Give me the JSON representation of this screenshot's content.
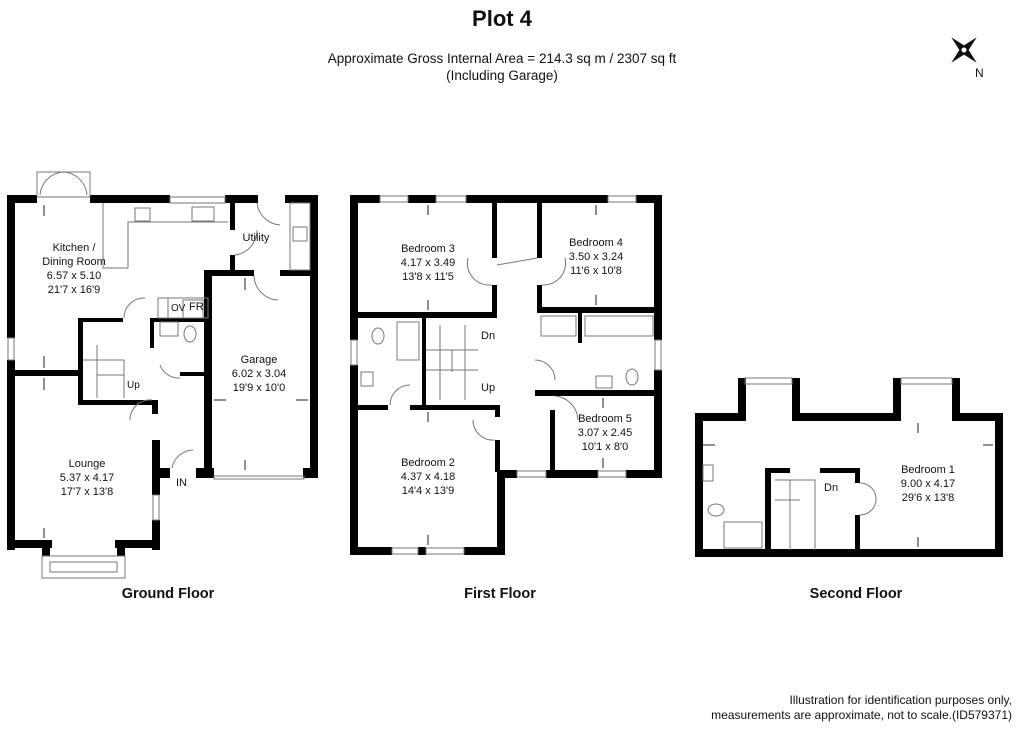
{
  "title": "Plot 4",
  "area": {
    "line1": "Approximate Gross Internal Area = 214.3 sq m / 2307 sq ft",
    "line2": "(Including Garage)"
  },
  "compass": {
    "label": "N"
  },
  "floors": {
    "ground": {
      "label": "Ground Floor",
      "rooms": [
        {
          "name": "Kitchen /",
          "name2": "Dining Room",
          "metric": "6.57 x 5.10",
          "imperial": "21'7 x 16'9"
        },
        {
          "name": "Utility"
        },
        {
          "name": "Garage",
          "metric": "6.02 x 3.04",
          "imperial": "19'9 x 10'0"
        },
        {
          "name": "Lounge",
          "metric": "5.37 x 4.17",
          "imperial": "17'7 x 13'8"
        }
      ],
      "marks": {
        "up": "Up",
        "entrance": "IN",
        "oven": "OV",
        "fridge": "FR"
      }
    },
    "first": {
      "label": "First Floor",
      "rooms": [
        {
          "name": "Bedroom 3",
          "metric": "4.17 x 3.49",
          "imperial": "13'8 x 11'5"
        },
        {
          "name": "Bedroom 4",
          "metric": "3.50 x 3.24",
          "imperial": "11'6 x 10'8"
        },
        {
          "name": "Bedroom 5",
          "metric": "3.07 x 2.45",
          "imperial": "10'1 x 8'0"
        },
        {
          "name": "Bedroom 2",
          "metric": "4.37 x 4.18",
          "imperial": "14'4 x 13'9"
        }
      ],
      "marks": {
        "down": "Dn",
        "up": "Up"
      }
    },
    "second": {
      "label": "Second Floor",
      "rooms": [
        {
          "name": "Bedroom 1",
          "metric": "9.00 x 4.17",
          "imperial": "29'6 x 13'8"
        }
      ],
      "marks": {
        "down": "Dn"
      }
    }
  },
  "disclaimer": {
    "line1": "Illustration for identification purposes only,",
    "line2": "measurements are approximate, not to scale.(ID579371)"
  }
}
